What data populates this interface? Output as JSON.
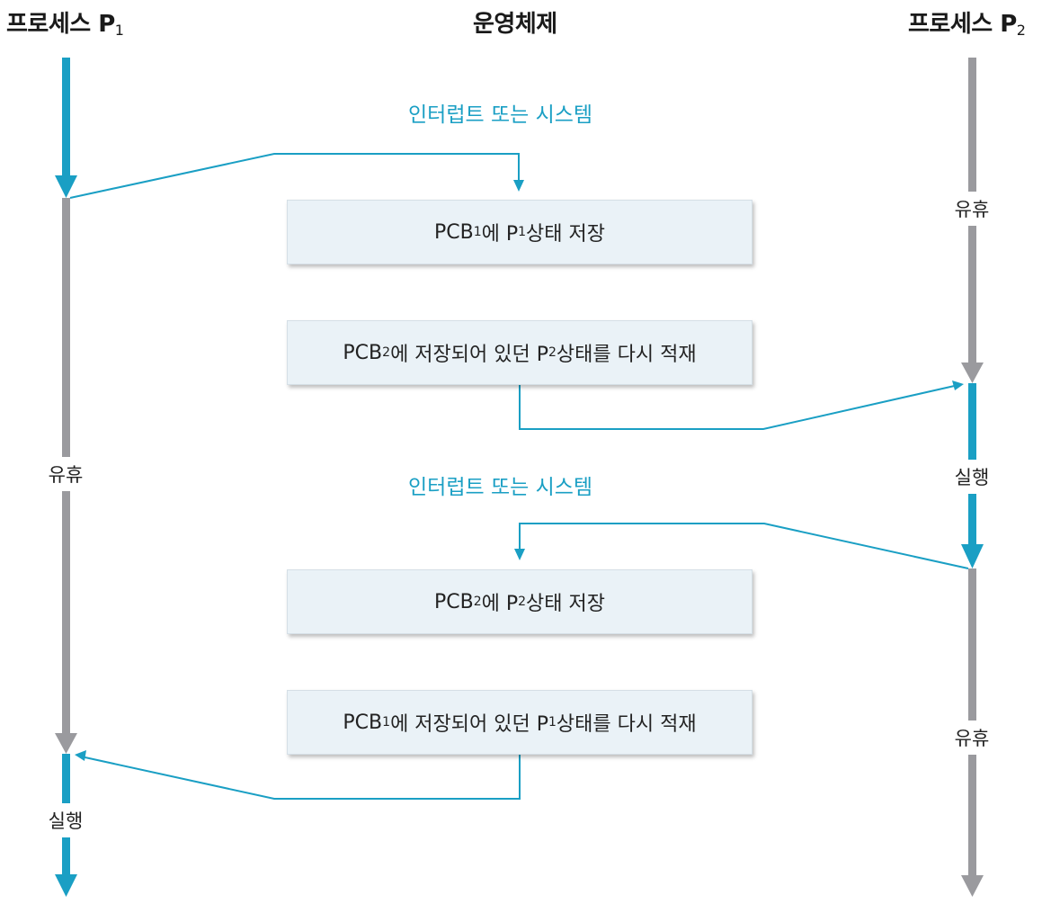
{
  "headers": {
    "p1": {
      "text": "프로세스 P",
      "sub": "1"
    },
    "os": {
      "text": "운영체제"
    },
    "p2": {
      "text": "프로세스 P",
      "sub": "2"
    }
  },
  "interrupts": [
    {
      "text": "인터럽트 또는 시스템"
    },
    {
      "text": "인터럽트 또는 시스템"
    }
  ],
  "boxes": [
    {
      "parts": [
        "PCB",
        "1",
        "에 P",
        "1",
        " 상태 저장"
      ]
    },
    {
      "parts": [
        "PCB",
        "2",
        "에 저장되어 있던 P",
        "2",
        " 상태를 다시 적재"
      ]
    },
    {
      "parts": [
        "PCB",
        "2",
        "에 P",
        "2",
        " 상태 저장"
      ]
    },
    {
      "parts": [
        "PCB",
        "1",
        "에 저장되어 있던 P",
        "1",
        " 상태를 다시 적재"
      ]
    }
  ],
  "states": {
    "p1_idle": "유휴",
    "p1_run": "실행",
    "p2_idle_top": "유휴",
    "p2_run": "실행",
    "p2_idle_bottom": "유휴"
  },
  "colors": {
    "running": "#1a9fc4",
    "idle": "#9a9a9e",
    "connector": "#1a9fc4",
    "box_fill": "#eaf2f7"
  }
}
